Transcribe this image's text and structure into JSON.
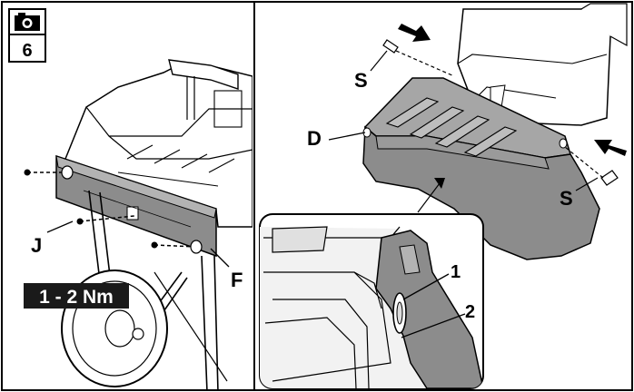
{
  "step": {
    "icon": "camera-icon",
    "number": "6"
  },
  "torque": {
    "label": "1 - 2 Nm"
  },
  "labels": {
    "J": "J",
    "F": "F",
    "S_top": "S",
    "S_right": "S",
    "D": "D",
    "detail_1": "1",
    "detail_2": "2"
  },
  "colors": {
    "line": "#000000",
    "part_fill": "#8c8c8c",
    "light_fill": "#f2f2f2",
    "label_box": "#1a1a1a"
  }
}
